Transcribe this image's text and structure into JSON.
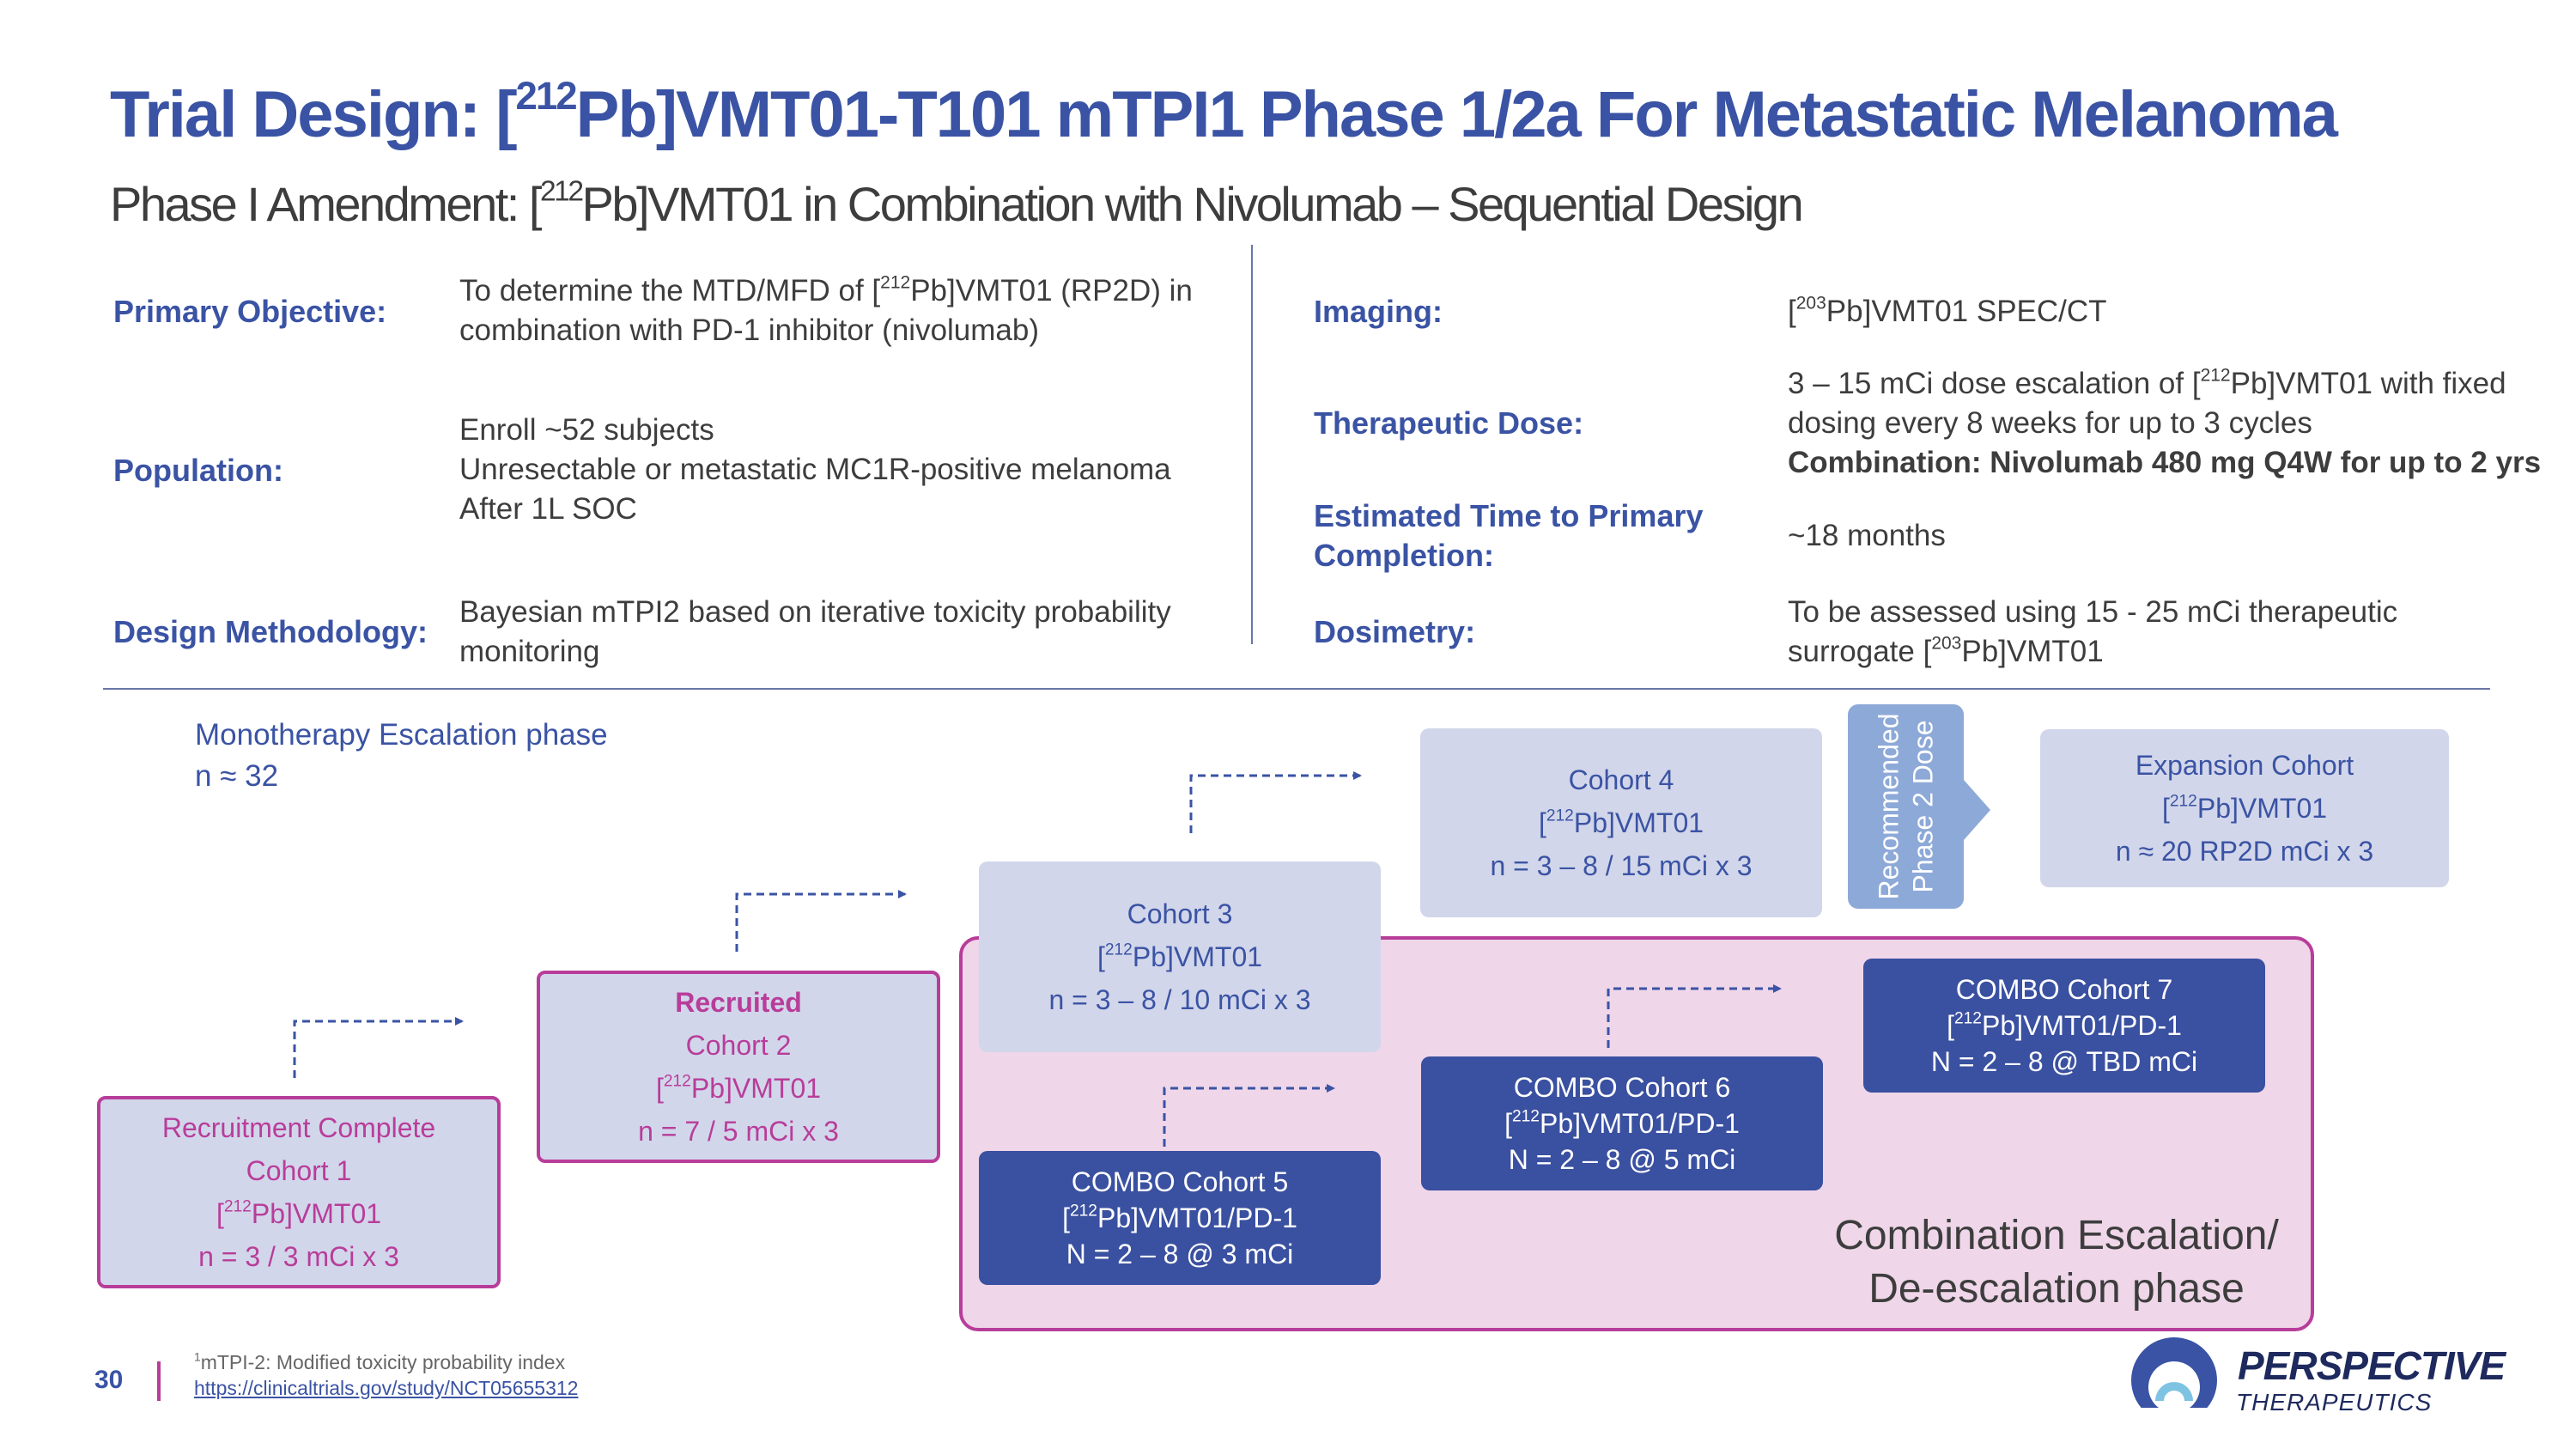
{
  "header": {
    "title_pre": "Trial Design: [",
    "title_sup": "212",
    "title_post": "Pb]VMT01-T101 mTPI1 Phase 1/2a For Metastatic Melanoma",
    "subtitle_pre": "Phase I Amendment: [",
    "subtitle_sup": "212",
    "subtitle_post": "Pb]VMT01 in Combination with Nivolumab – Sequential Design"
  },
  "design_table": {
    "primary_objective": {
      "label": "Primary Objective:",
      "line1_pre": "To determine the MTD/MFD of [",
      "line1_sup": "212",
      "line1_post": "Pb]VMT01 (RP2D) in",
      "line2": "combination with PD-1 inhibitor (nivolumab)"
    },
    "population": {
      "label": "Population:",
      "line1": "Enroll ~52 subjects",
      "line2": "Unresectable or metastatic MC1R-positive melanoma",
      "line3": "After 1L SOC"
    },
    "design_methodology": {
      "label": "Design Methodology:",
      "line1": "Bayesian mTPI2 based on iterative toxicity probability",
      "line2": "monitoring"
    },
    "imaging": {
      "label": "Imaging:",
      "value_pre": "[",
      "value_sup": "203",
      "value_post": "Pb]VMT01 SPEC/CT"
    },
    "therapeutic_dose": {
      "label": "Therapeutic Dose:",
      "line1_pre": "3 – 15 mCi dose escalation of [",
      "line1_sup": "212",
      "line1_post": "Pb]VMT01 with fixed",
      "line2": "dosing every 8 weeks for up to 3 cycles",
      "line3": "Combination: Nivolumab 480 mg Q4W for up to 2 yrs"
    },
    "time_to_completion": {
      "label_line1": "Estimated Time to Primary",
      "label_line2": "Completion:",
      "value": "~18 months"
    },
    "dosimetry": {
      "label": "Dosimetry:",
      "line1": "To be assessed using 15 - 25 mCi  therapeutic",
      "line2_pre": "surrogate [",
      "line2_sup": "203",
      "line2_post": "Pb]VMT01"
    }
  },
  "diagram": {
    "mono_label_line1": "Monotherapy Escalation phase",
    "mono_label_line2": "n ≈ 32",
    "cohort1": {
      "status": "Recruitment Complete",
      "name": "Cohort 1",
      "drug_pre": "[",
      "drug_sup": "212",
      "drug_post": "Pb]VMT01",
      "dose": "n = 3   /   3 mCi x 3"
    },
    "cohort2": {
      "status": "Recruited",
      "name": "Cohort 2",
      "drug_pre": "[",
      "drug_sup": "212",
      "drug_post": "Pb]VMT01",
      "dose": "n = 7   /   5 mCi x 3"
    },
    "cohort3": {
      "name": "Cohort 3",
      "drug_pre": "[",
      "drug_sup": "212",
      "drug_post": "Pb]VMT01",
      "dose": "n = 3 – 8  /   10 mCi x 3"
    },
    "cohort4": {
      "name": "Cohort 4",
      "drug_pre": "[",
      "drug_sup": "212",
      "drug_post": "Pb]VMT01",
      "dose": "n = 3 – 8  /  15 mCi x 3"
    },
    "rp2d_line1": "Recommended",
    "rp2d_line2": "Phase 2 Dose",
    "expansion": {
      "name": "Expansion Cohort",
      "drug_pre": "[",
      "drug_sup": "212",
      "drug_post": "Pb]VMT01",
      "dose": "n ≈ 20 RP2D mCi x 3"
    },
    "combo5": {
      "name": "COMBO Cohort 5",
      "drug_pre": "[",
      "drug_sup": "212",
      "drug_post": "Pb]VMT01/PD-1",
      "dose": "N = 2 – 8 @ 3 mCi"
    },
    "combo6": {
      "name": "COMBO Cohort 6",
      "drug_pre": "[",
      "drug_sup": "212",
      "drug_post": "Pb]VMT01/PD-1",
      "dose": "N = 2 – 8 @ 5 mCi"
    },
    "combo7": {
      "name": "COMBO Cohort 7",
      "drug_pre": "[",
      "drug_sup": "212",
      "drug_post": "Pb]VMT01/PD-1",
      "dose": "N = 2 – 8 @ TBD mCi"
    },
    "combo_label_line1": "Combination Escalation/",
    "combo_label_line2": "De-escalation phase"
  },
  "footer": {
    "page_number": "30",
    "footnote_sup": "1",
    "footnote": "mTPI-2: Modified toxicity probability index",
    "link": "https://clinicaltrials.gov/study/NCT05655312",
    "logo_text": "PERSPECTIVE",
    "logo_sub": "THERAPEUTICS"
  },
  "colors": {
    "brand_blue": "#3a53a4",
    "magenta": "#b83d9a",
    "lavender": "#d2d6ea",
    "navy": "#3a50a0",
    "pink_bg": "#efd6e9",
    "rp2d": "#8da9d8"
  }
}
